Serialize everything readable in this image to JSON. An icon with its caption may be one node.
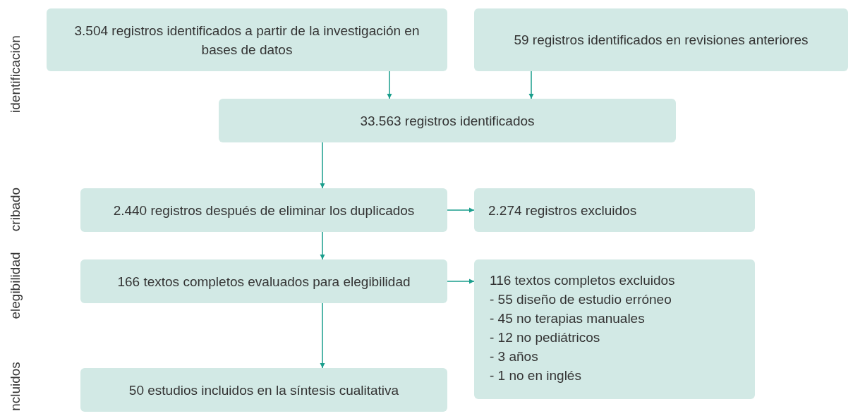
{
  "diagram": {
    "nodes": [
      {
        "text": [
          "3.504 registros identificados a partir de la investigación en bases de datos"
        ]
      },
      {
        "text": [
          "59 registros identificados en revisiones anteriores"
        ]
      },
      {
        "text": [
          "33.563 registros identificados"
        ]
      },
      {
        "text": [
          "2.440 registros después de eliminar los duplicados"
        ]
      },
      {
        "text": [
          "2.274 registros excluidos"
        ]
      },
      {
        "text": [
          "166 textos completos evaluados para elegibilidad"
        ]
      },
      {
        "text": [
          "116 textos completos excluidos",
          "- 55 diseño de estudio erróneo",
          "- 45 no terapias manuales",
          "- 12 no pediátricos",
          "- 3 años",
          "- 1 no en inglés"
        ]
      },
      {
        "text": [
          "50 estudios incluidos en la síntesis cualitativa"
        ]
      }
    ],
    "edges": [
      {
        "from": 0,
        "to": 2,
        "arrow": "to"
      },
      {
        "from": 1,
        "to": 2,
        "arrow": "to"
      },
      {
        "from": 2,
        "to": 3,
        "arrow": "to"
      },
      {
        "from": 3,
        "to": 4,
        "arrow": "to"
      },
      {
        "from": 3,
        "to": 5,
        "arrow": "to"
      },
      {
        "from": 5,
        "to": 6,
        "arrow": "to"
      },
      {
        "from": 5,
        "to": 7,
        "arrow": "to"
      }
    ],
    "labels": [
      "identificación",
      "cribado",
      "elegibilidad",
      "ncluidos"
    ]
  }
}
